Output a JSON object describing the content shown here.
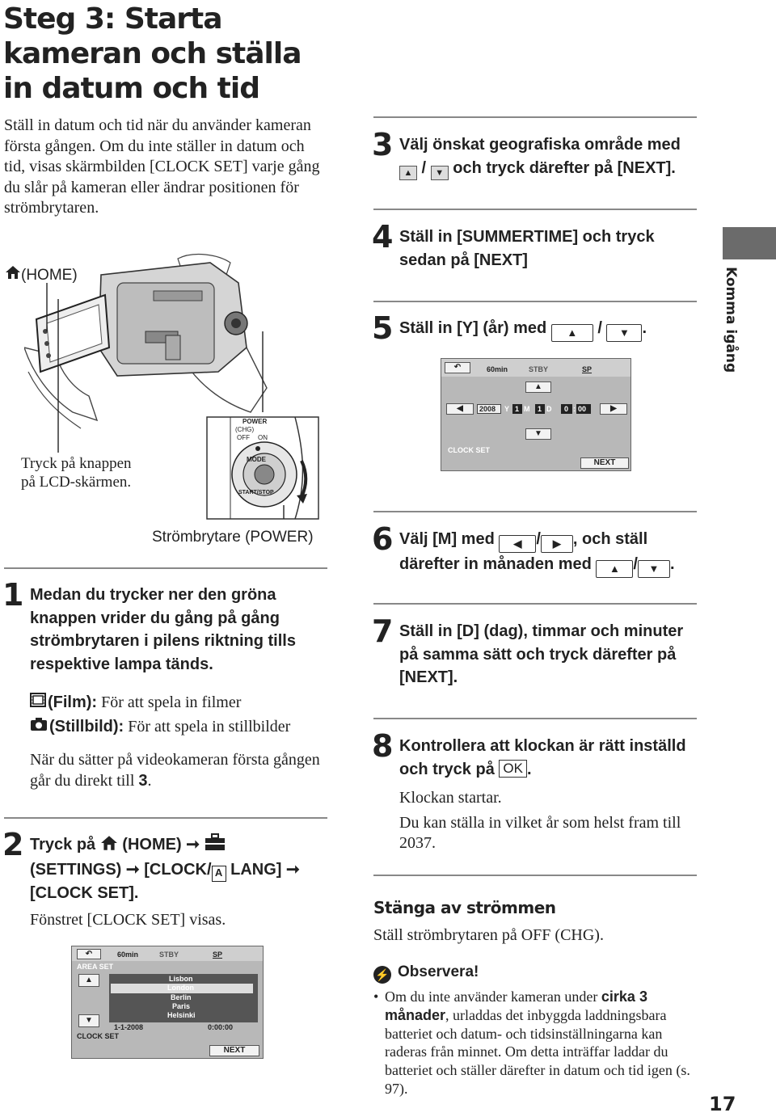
{
  "title": "Steg 3: Starta kameran och ställa in datum och tid",
  "intro": "Ställ in datum och tid när du använder kameran första gången. Om du inte ställer in datum och tid, visas skärmbilden [CLOCK SET] varje gång du slår på kameran eller ändrar positionen för strömbrytaren.",
  "illustration": {
    "home_label": "(HOME)",
    "lcd_caption_line1": "Tryck på knappen",
    "lcd_caption_line2": "på LCD-skärmen.",
    "switch_power": "POWER",
    "switch_chg": "(CHG)",
    "switch_off": "OFF",
    "switch_on": "ON",
    "switch_mode": "MODE",
    "switch_start": "START/STOP",
    "power_caption": "Strömbrytare (POWER)"
  },
  "step1": {
    "num": "1",
    "text": "Medan du trycker ner den gröna knappen vrider du gång på gång strömbrytaren i pilens riktning tills respektive lampa tänds.",
    "film_label": "(Film):",
    "film_text": "För att spela in filmer",
    "still_label": "(Stillbild):",
    "still_text": "För att spela in stillbilder",
    "note": "När du sätter på videokameran första gången går du direkt till ",
    "note_ref": "3",
    "note_end": "."
  },
  "step2": {
    "num": "2",
    "t1": "Tryck på",
    "t2": "(HOME)",
    "t3": "(SETTINGS)",
    "t4": "[CLOCK/",
    "t5": "LANG]",
    "t6": "[CLOCK SET].",
    "result": "Fönstret [CLOCK SET] visas."
  },
  "lcd_area": {
    "battery": "60min",
    "stby": "STBY",
    "sp": "SP",
    "header": "AREA SET",
    "cities": [
      "Lisbon",
      "London",
      "Berlin",
      "Paris",
      "Helsinki"
    ],
    "date": "1-1-2008",
    "time": "0:00:00",
    "footer": "CLOCK SET",
    "next": "NEXT"
  },
  "step3": {
    "num": "3",
    "text1": "Välj önskat geografiska område med",
    "text2": "och tryck därefter på [NEXT]."
  },
  "step4": {
    "num": "4",
    "text": "Ställ in [SUMMERTIME] och tryck sedan på [NEXT]"
  },
  "step5": {
    "num": "5",
    "text": "Ställ in [Y] (år) med"
  },
  "lcd_clock": {
    "battery": "60min",
    "stby": "STBY",
    "sp": "SP",
    "year": "2008",
    "y": "Y",
    "month": "1",
    "m": "M",
    "day": "1",
    "d": "D",
    "hour": "0",
    "minute": "00",
    "footer": "CLOCK SET",
    "next": "NEXT"
  },
  "step6": {
    "num": "6",
    "text1": "Välj [M] med",
    "text2": ", och ställ därefter in månaden med"
  },
  "step7": {
    "num": "7",
    "text": "Ställ in [D] (dag), timmar och minuter på samma sätt och tryck därefter på [NEXT]."
  },
  "step8": {
    "num": "8",
    "text": "Kontrollera att klockan är rätt inställd och tryck på",
    "ok": "OK",
    "result1": "Klockan startar.",
    "result2": "Du kan ställa in vilket år som helst fram till 2037."
  },
  "power_off": {
    "heading": "Stänga av strömmen",
    "text": "Ställ strömbrytaren på OFF (CHG)."
  },
  "note": {
    "heading": "Observera!",
    "t1": "Om du inte använder kameran under ",
    "b1": "cirka 3 månader",
    "t2": ", urladdas det inbyggda laddningsbara batteriet och datum- och tidsinställningarna kan raderas från minnet. Om detta inträffar laddar du batteriet och ställer därefter in datum och tid igen (s. 97)."
  },
  "side_tab": "Komma igång",
  "page_number": "17"
}
